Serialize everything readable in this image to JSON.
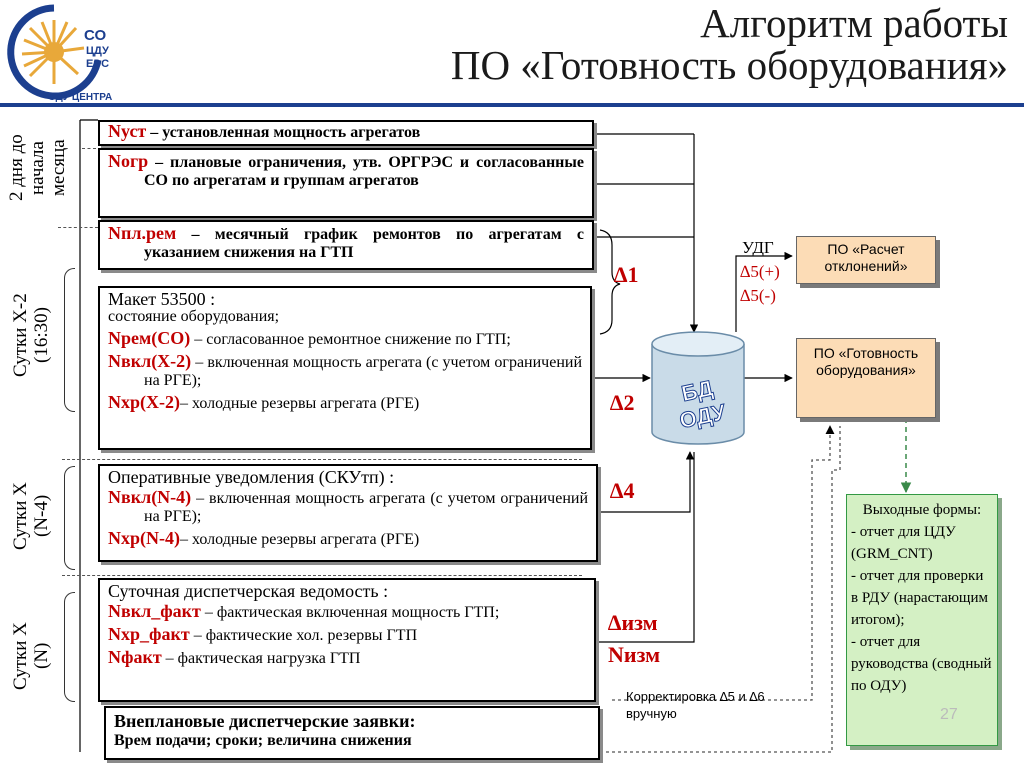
{
  "title": {
    "line1": "Алгоритм работы",
    "line2": "ПО «Готовность оборудования»"
  },
  "logo": {
    "line1": "СО",
    "line2": "ЦДУ",
    "line3": "ЕЭС",
    "caption": "ОДУ ЦЕНТРА"
  },
  "periods": {
    "p1": "2 дня до\nначала\nмесяца",
    "p2": "Сутки Х-2\n(16:30)",
    "p3": "Сутки Х\n(N-4)",
    "p4": "Сутки Х\n(N)"
  },
  "box_nust": {
    "code": "Nуст",
    "text": " – установленная мощность агрегатов"
  },
  "box_nogr": {
    "code": "Nогр",
    "text": " – плановые ограничения, утв. ОРГРЭС и согласованные СО по агрегатам и группам агрегатов"
  },
  "box_npl": {
    "code": "Nпл.рем",
    "text": " – месячный график ремонтов по агрегатам с указанием снижения на ГТП"
  },
  "box_maket": {
    "header": "Макет 53500 :",
    "sub": "состояние оборудования;",
    "i1_code": "Nрем(СО)",
    "i1_text": " – согласованное ремонтное снижение по ГТП;",
    "i2_code": "Nвкл(Х-2)",
    "i2_text": " – включенная мощность агрегата (с учетом ограничений на РГЕ);",
    "i3_code": "Nхр(Х-2)",
    "i3_text": "– холодные резервы агрегата (РГЕ)"
  },
  "box_oper": {
    "header": "Оперативные уведомления (СКУтп) :",
    "i1_code": "Nвкл(N-4)",
    "i1_text": " – включенная мощность агрегата (с учетом ограничений на РГЕ);",
    "i2_code": "Nхр(N-4)",
    "i2_text": "– холодные резервы агрегата (РГЕ)"
  },
  "box_sut": {
    "header": "Суточная диспетчерская ведомость :",
    "i1_code": "Nвкл_факт",
    "i1_text": " – фактическая включенная мощность ГТП;",
    "i2_code": "Nхр_факт",
    "i2_text": " – фактические хол. резервы ГТП",
    "i3_code": "Nфакт",
    "i3_text": " – фактическая нагрузка ГТП"
  },
  "box_vnepl": {
    "header": "Внеплановые диспетчерские заявки:",
    "text": "Врем подачи; сроки; величина снижения"
  },
  "deltas": {
    "d1": "∆1",
    "d2": "∆2",
    "d4": "∆4",
    "dizm": "∆изм",
    "nizm": "Nизм"
  },
  "db_label": "БД ОДУ",
  "udg": {
    "label": "УДГ",
    "d5plus": "∆5(+)",
    "d5minus": "∆5(-)"
  },
  "po_calc": "ПО «Расчет отклонений»",
  "po_ready": "ПО «Готовность оборудования»",
  "correction": "Корректировка ∆5 и ∆6 вручную",
  "output": {
    "title": "Выходные формы:",
    "items": [
      "- отчет для ЦДУ (GRM_CNT)",
      "- отчет для проверки в РДУ (нарастающим итогом);",
      "- отчет для руководства (сводный по ОДУ)"
    ]
  },
  "page_number": "27",
  "colors": {
    "accent_blue": "#1c3f8f",
    "red": "#c00000",
    "po_fill": "#fcdcb6",
    "output_fill": "#d4f0c4"
  }
}
